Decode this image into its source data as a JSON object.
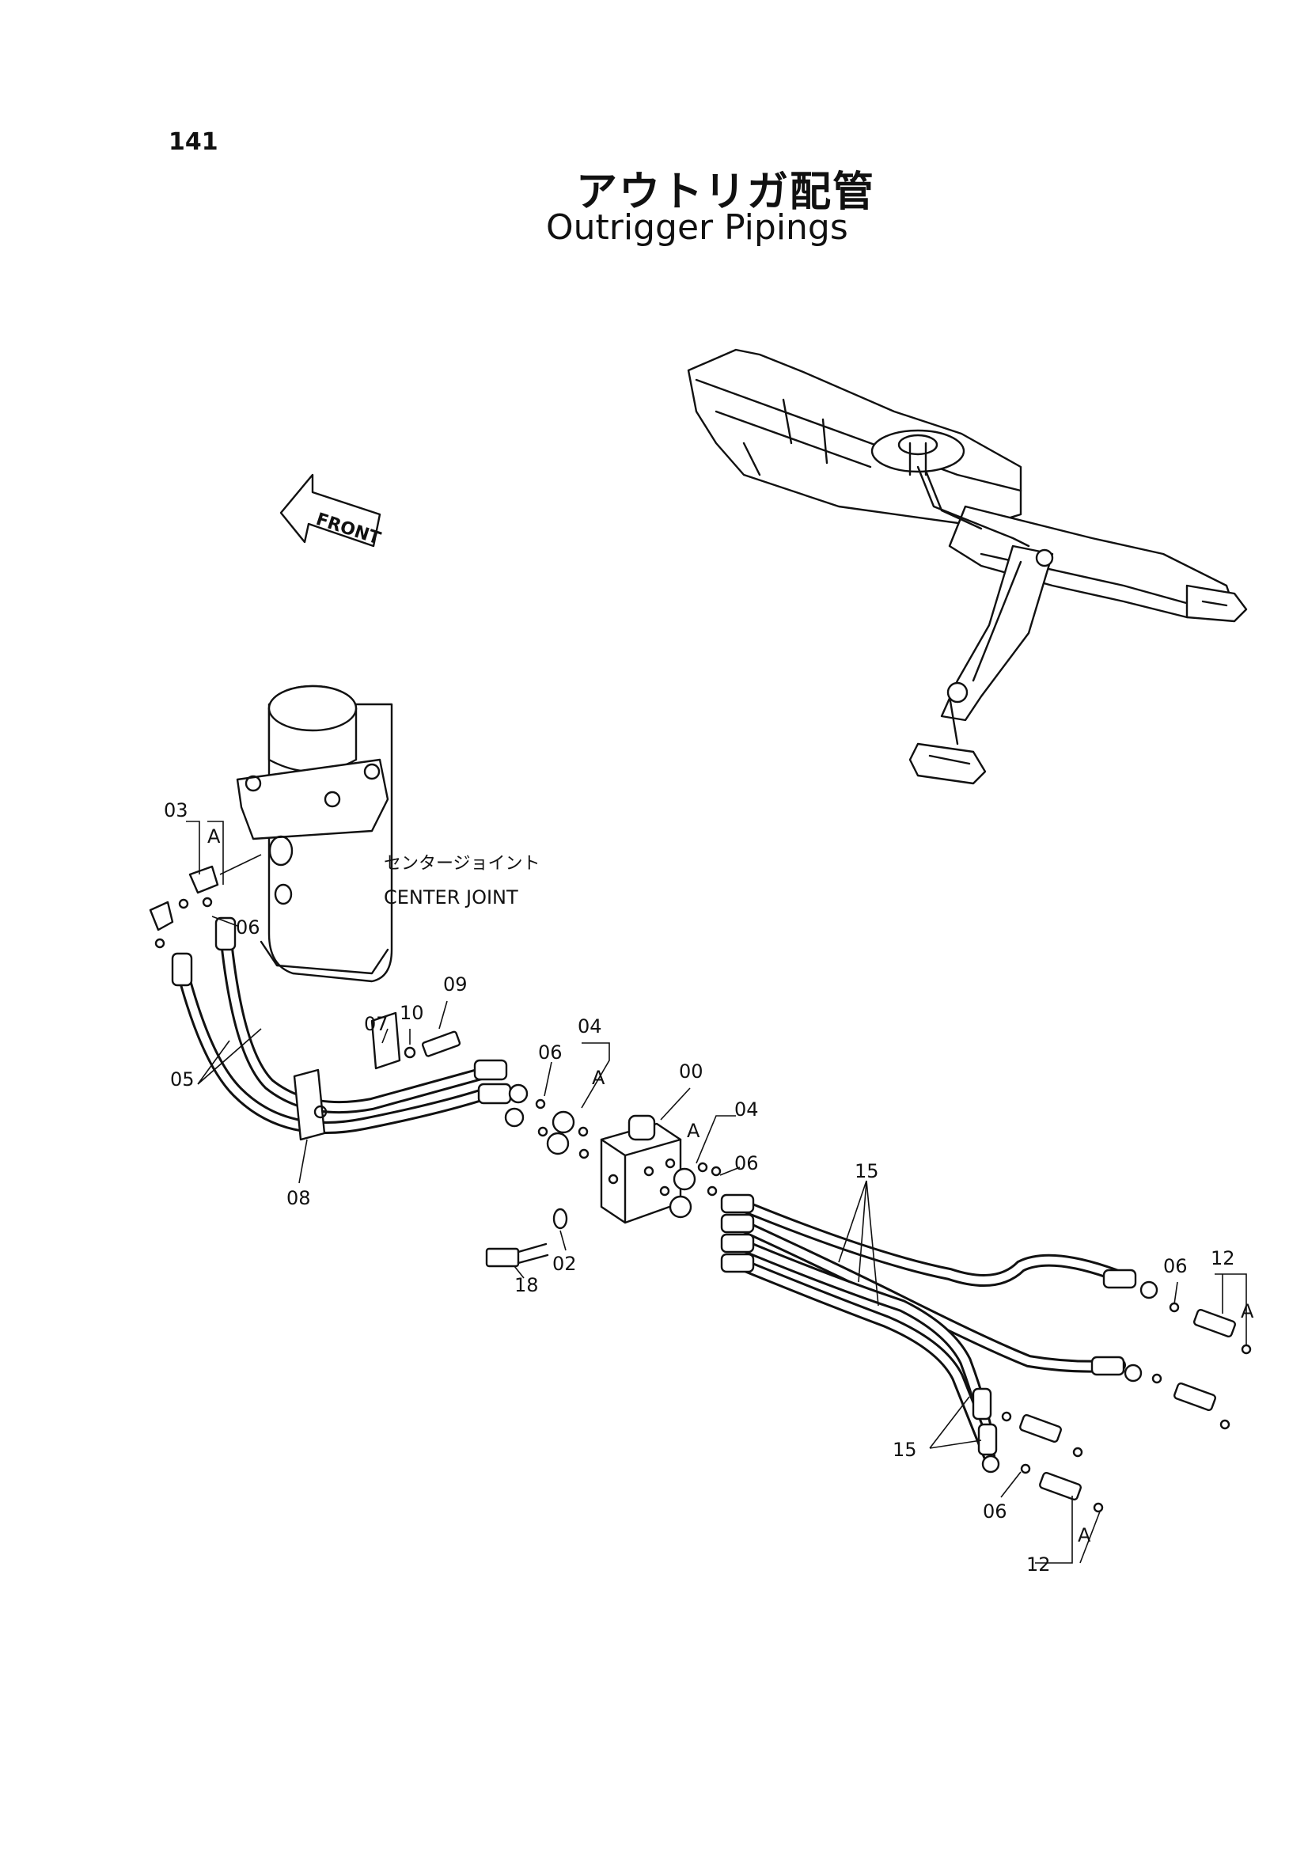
{
  "page_number": "141",
  "title_jp": "アウトリガ配管",
  "title_en": "Outrigger Pipings",
  "direction_marker": "FRONT",
  "component_labels": {
    "center_joint_jp": "センタージョイント",
    "center_joint_en": "CENTER JOINT"
  },
  "callouts": {
    "p00": "00",
    "p02": "02",
    "p03": "03",
    "p04a": "04",
    "p04b": "04",
    "p05": "05",
    "p06a": "06",
    "p06b": "06",
    "p06c": "06",
    "p06d": "06",
    "p06e": "06",
    "p07": "07",
    "p08": "08",
    "p09": "09",
    "p10": "10",
    "p12a": "12",
    "p12b": "12",
    "p15a": "15",
    "p15b": "15",
    "p18": "18",
    "subA1": "A",
    "subA2": "A",
    "subA3": "A",
    "subA4": "A",
    "subA5": "A"
  }
}
